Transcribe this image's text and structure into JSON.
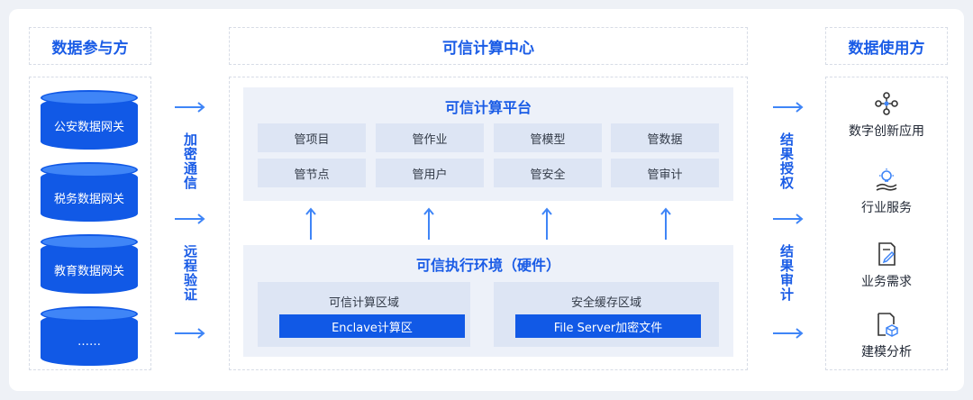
{
  "providers": {
    "title": "数据参与方",
    "items": [
      "公安数据网关",
      "税务数据网关",
      "教育数据网关",
      "……"
    ]
  },
  "center": {
    "title": "可信计算中心",
    "platform": {
      "title": "可信计算平台",
      "cells": [
        "管项目",
        "管作业",
        "管模型",
        "管数据",
        "管节点",
        "管用户",
        "管安全",
        "管审计"
      ]
    },
    "tee": {
      "title": "可信执行环境（硬件）",
      "zones": [
        {
          "label": "可信计算区域",
          "button": "Enclave计算区"
        },
        {
          "label": "安全缓存区域",
          "button": "File Server加密文件"
        }
      ]
    }
  },
  "left_labels": {
    "top": "加密通信",
    "bottom": "远程验证"
  },
  "right_labels": {
    "top": "结果授权",
    "bottom": "结果审计"
  },
  "consumers": {
    "title": "数据使用方",
    "items": [
      {
        "label": "数字创新应用",
        "icon": "network-icon"
      },
      {
        "label": "行业服务",
        "icon": "lightbulb-hand-icon"
      },
      {
        "label": "业务需求",
        "icon": "document-edit-icon"
      },
      {
        "label": "建模分析",
        "icon": "document-cube-icon"
      }
    ]
  },
  "colors": {
    "accent": "#1159e6",
    "light_accent": "#3f85f7",
    "panel": "#edf1f9",
    "cell": "#dde5f4"
  }
}
